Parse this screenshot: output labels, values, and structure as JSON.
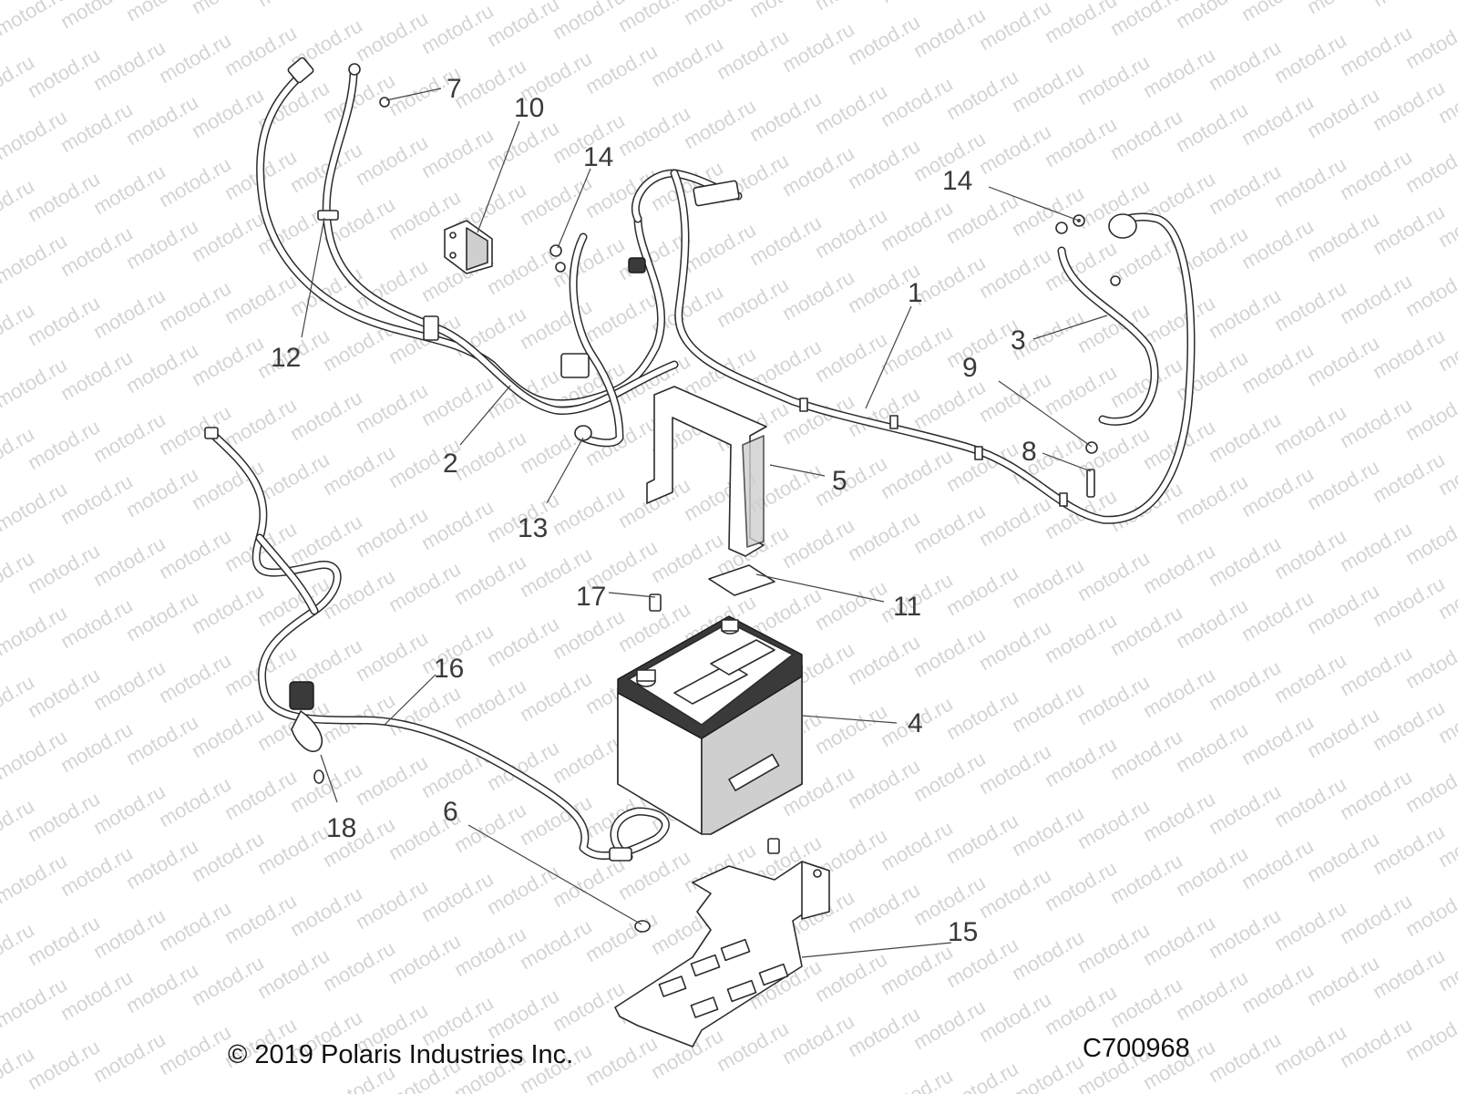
{
  "watermark": "motod.ru",
  "copyright": "© 2019 Polaris Industries Inc.",
  "diagram_code": "C700968",
  "callouts": [
    "1",
    "2",
    "3",
    "4",
    "5",
    "6",
    "7",
    "8",
    "9",
    "10",
    "11",
    "12",
    "13",
    "14",
    "14",
    "15",
    "16",
    "17",
    "18"
  ]
}
